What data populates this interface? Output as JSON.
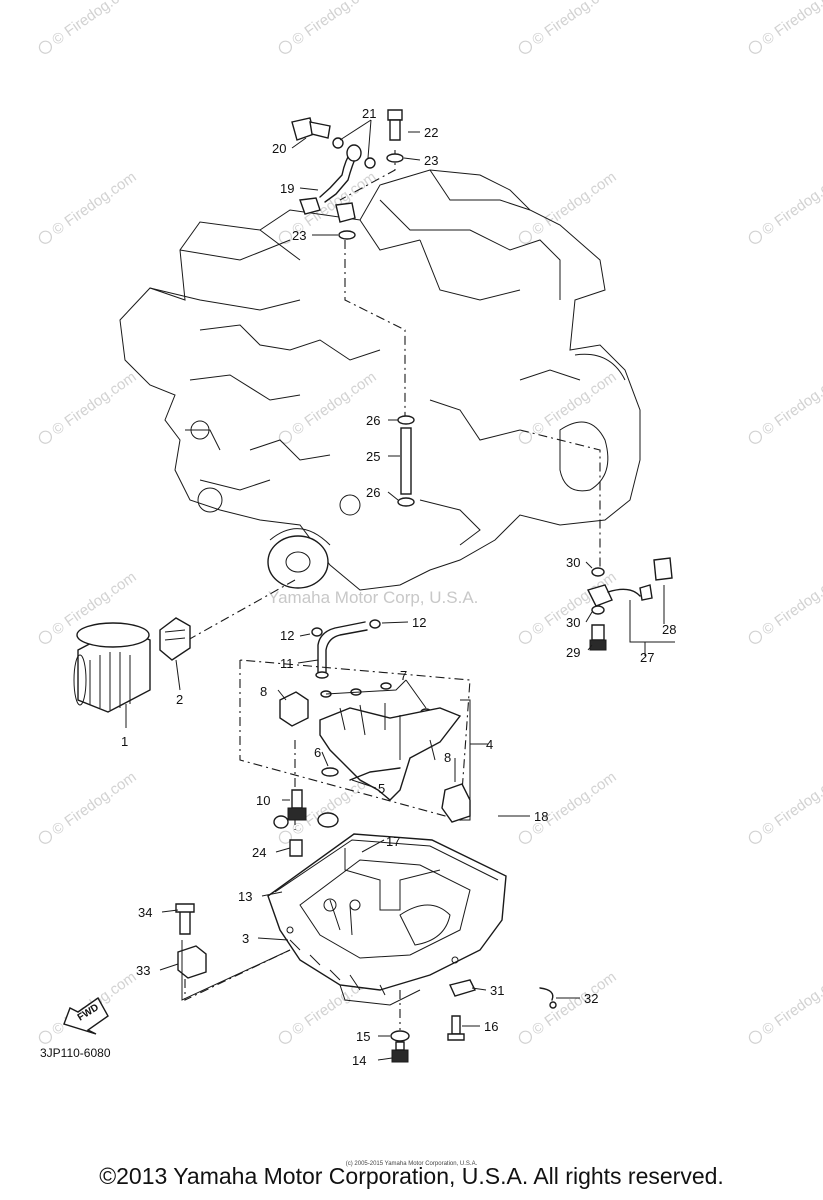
{
  "watermark": {
    "site": "© Firedog.com",
    "center_text": "Yamaha Motor Corp, U.S.A."
  },
  "diagram_code": "3JP110-6080",
  "fwd_label": "FWD",
  "copyright": "©2013 Yamaha Motor Corporation, U.S.A. All rights reserved.",
  "tiny_copyright": "(c) 2005-2015 Yamaha Motor Corporation, U.S.A.",
  "callouts": [
    "1",
    "2",
    "3",
    "4",
    "5",
    "6",
    "7",
    "8",
    "8",
    "10",
    "11",
    "12",
    "12",
    "13",
    "14",
    "15",
    "16",
    "17",
    "18",
    "19",
    "20",
    "21",
    "22",
    "23",
    "23",
    "24",
    "25",
    "26",
    "26",
    "27",
    "28",
    "29",
    "30",
    "30",
    "31",
    "32",
    "33",
    "34"
  ]
}
